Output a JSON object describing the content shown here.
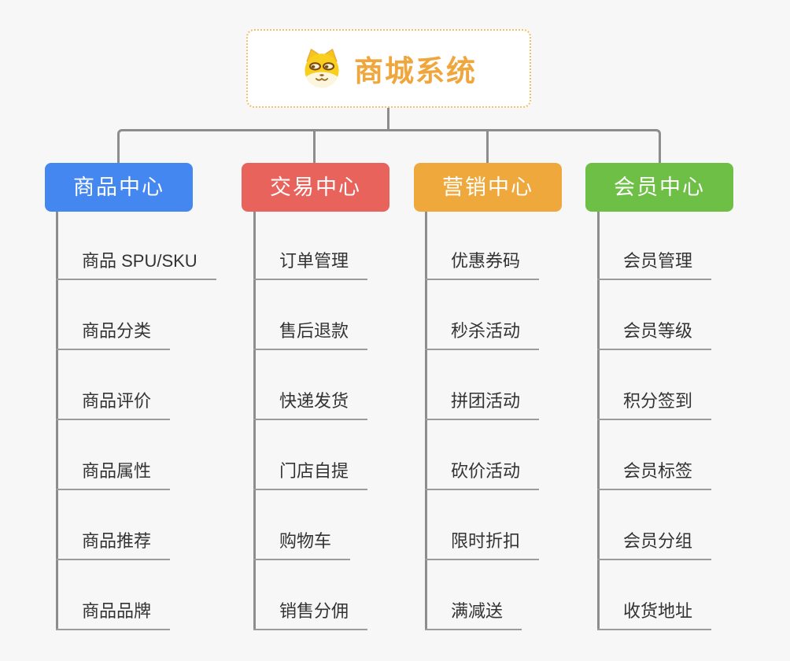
{
  "page": {
    "background": "#f7f7f7",
    "connector_color": "#8d8d8d",
    "leaf_underline_color": "#9c9c9c"
  },
  "root": {
    "title": "商城系统",
    "icon": "shiba-dog-icon",
    "text_color": "#efa73d",
    "border_color": "#f1c069",
    "background": "#ffffff"
  },
  "branches": [
    {
      "label": "商品中心",
      "color": "#4587f0",
      "children": [
        "商品 SPU/SKU",
        "商品分类",
        "商品评价",
        "商品属性",
        "商品推荐",
        "商品品牌"
      ]
    },
    {
      "label": "交易中心",
      "color": "#e8635c",
      "children": [
        "订单管理",
        "售后退款",
        "快递发货",
        "门店自提",
        "购物车",
        "销售分佣"
      ]
    },
    {
      "label": "营销中心",
      "color": "#efa83c",
      "children": [
        "优惠券码",
        "秒杀活动",
        "拼团活动",
        "砍价活动",
        "限时折扣",
        "满减送"
      ]
    },
    {
      "label": "会员中心",
      "color": "#6ebf46",
      "children": [
        "会员管理",
        "会员等级",
        "积分签到",
        "会员标签",
        "会员分组",
        "收货地址"
      ]
    }
  ]
}
